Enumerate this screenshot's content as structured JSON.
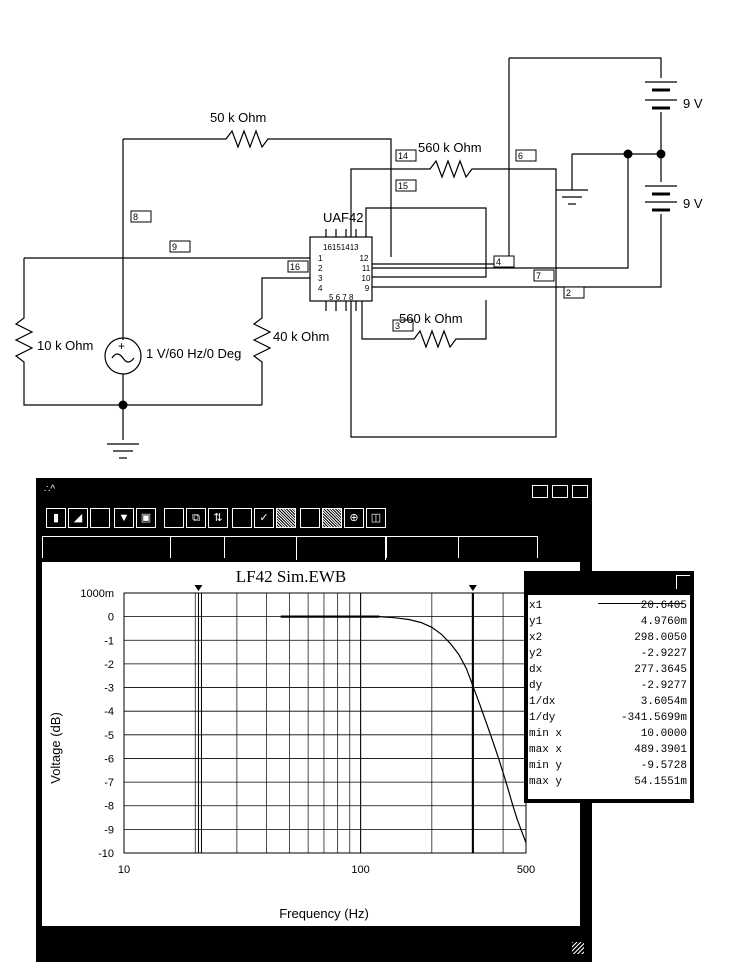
{
  "schematic": {
    "components": {
      "r_feedback": "50 k Ohm",
      "r_560_top": "560 k Ohm",
      "r_560_bottom": "560 k Ohm",
      "battery_top": "9 V",
      "battery_bottom": "9 V",
      "ic_name": "UAF42",
      "ic_top_pins": "16151413",
      "ic_bottom_pins": "5 6 7 8",
      "ic_pin_1": "1",
      "ic_pin_2": "2",
      "ic_pin_3": "3",
      "ic_pin_4": "4",
      "ic_pin_9": "9",
      "ic_pin_10": "10",
      "ic_pin_11": "11",
      "ic_pin_12": "12",
      "r_input": "10 k Ohm",
      "source": "1 V/60 Hz/0 Deg",
      "r_40k": "40 k Ohm",
      "source_plus": "+"
    },
    "nodes": {
      "n14": "14",
      "n6": "6",
      "n15": "15",
      "n8": "8",
      "n9": "9",
      "n16": "16",
      "n4": "4",
      "n7": "7",
      "n2": "2",
      "n3": "3"
    }
  },
  "analyzer": {
    "window_glyph": "∴^",
    "chart_data": {
      "type": "line",
      "title": "LF42 Sim.EWB",
      "xlabel": "Frequency (Hz)",
      "ylabel": "Voltage (dB)",
      "xscale": "log",
      "xlim": [
        10,
        500
      ],
      "ylim": [
        -10,
        1
      ],
      "x_ticks": [
        "10",
        "100",
        "500"
      ],
      "y_ticks": [
        "1000m",
        "0",
        "-1",
        "-2",
        "-3",
        "-4",
        "-5",
        "-6",
        "-7",
        "-8",
        "-9",
        "-10"
      ],
      "grid": true,
      "series": [
        {
          "x": [
            46,
            60,
            80,
            100,
            120,
            140,
            160,
            180,
            200,
            220,
            240,
            260,
            280,
            298,
            320,
            340,
            360,
            380,
            400,
            420,
            440,
            460,
            480,
            500
          ],
          "y": [
            0,
            0,
            0,
            0,
            0,
            -0.05,
            -0.12,
            -0.25,
            -0.45,
            -0.75,
            -1.15,
            -1.6,
            -2.2,
            -2.92,
            -3.75,
            -4.5,
            -5.2,
            -5.9,
            -6.6,
            -7.3,
            -8.0,
            -8.6,
            -9.1,
            -9.57
          ]
        }
      ],
      "cursors": [
        20.6405,
        298.005
      ]
    }
  },
  "readout": {
    "rows": [
      {
        "label": "x1",
        "value": "20.6405"
      },
      {
        "label": "y1",
        "value": "4.9760m"
      },
      {
        "label": "x2",
        "value": "298.0050"
      },
      {
        "label": "y2",
        "value": "-2.9227"
      },
      {
        "label": "dx",
        "value": "277.3645"
      },
      {
        "label": "dy",
        "value": "-2.9277"
      },
      {
        "label": "1/dx",
        "value": "3.6054m"
      },
      {
        "label": "1/dy",
        "value": "-341.5699m"
      },
      {
        "label": "min x",
        "value": "10.0000"
      },
      {
        "label": "max x",
        "value": "489.3901"
      },
      {
        "label": "min y",
        "value": "-9.5728"
      },
      {
        "label": "max y",
        "value": "54.1551m"
      }
    ]
  }
}
